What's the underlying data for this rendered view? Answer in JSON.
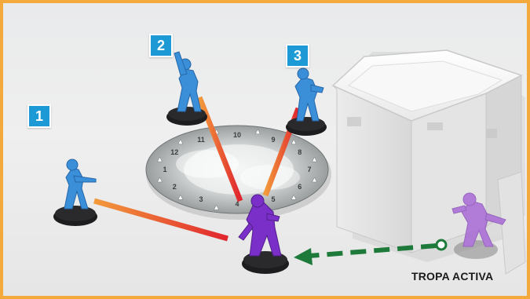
{
  "scene": {
    "badges": [
      {
        "label": "1",
        "color": "#1d9ad6"
      },
      {
        "label": "2",
        "color": "#1d9ad6"
      },
      {
        "label": "3",
        "color": "#1d9ad6"
      }
    ],
    "active_troop_label": "TROPA ACTIVA",
    "template_labels": [
      "10",
      "9",
      "8",
      "7",
      "6",
      "5",
      "4",
      "3",
      "2",
      "1",
      "12",
      "11"
    ],
    "colors": {
      "frame": "#f3a93b",
      "enemy_miniature": "#3b8fd8",
      "active_miniature": "#7a2fc8",
      "reference_miniature": "#a86ad6",
      "line_of_fire_start": "#f39a3b",
      "line_of_fire_end": "#e0252e",
      "movement_arrow": "#1e7a3a",
      "building": "#f2f2f2"
    },
    "icons": [
      "enemy-miniature-icon",
      "active-miniature-icon",
      "movement-arrow-icon",
      "smoke-template-icon",
      "building-icon"
    ]
  }
}
